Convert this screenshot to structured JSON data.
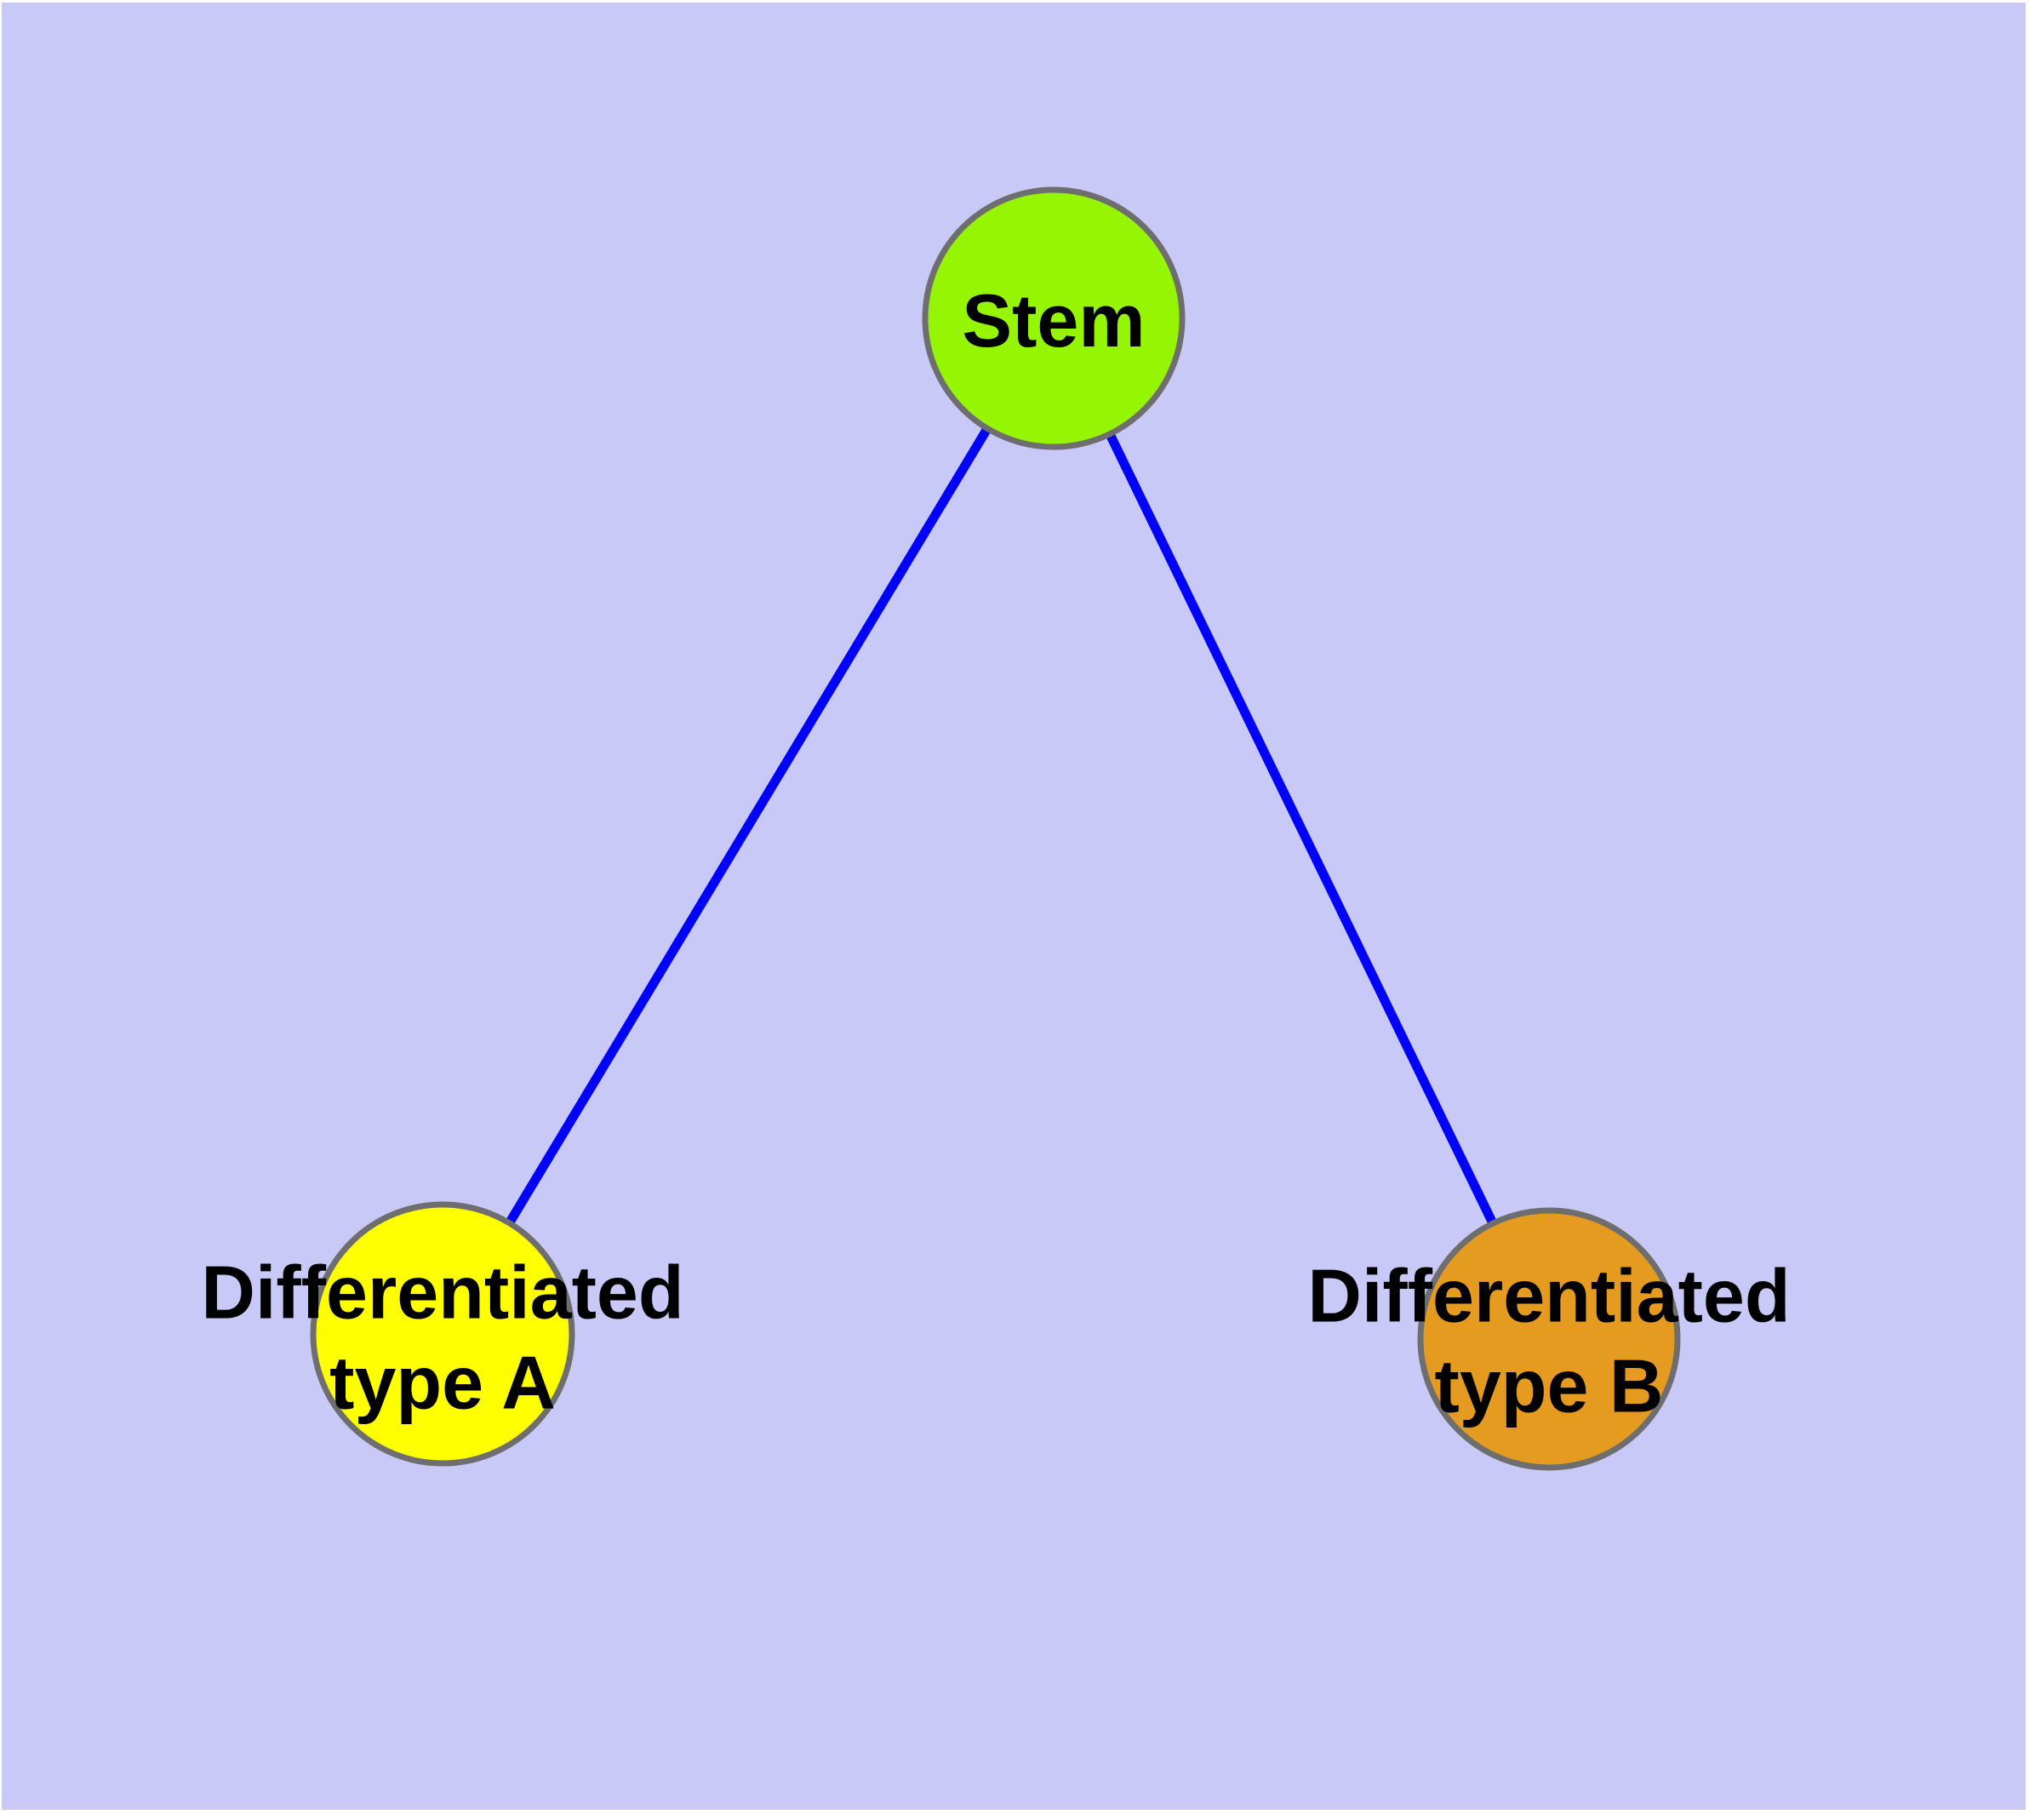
{
  "diagram": {
    "type": "graph",
    "description": "Cell differentiation tree: one stem node connected to two differentiated cell type nodes",
    "page_margin_color": "#FFFFFF",
    "background_color": "#C9C9F7",
    "edge_color": "#0000FF",
    "node_border_color": "#6E6E6E",
    "label_color": "#000000",
    "nodes": {
      "stem": {
        "label": "Stem",
        "color": "#96F502"
      },
      "typeA": {
        "label_line1": "Differentiated",
        "label_line2": "type A",
        "color": "#FFFF00"
      },
      "typeB": {
        "label_line1": "Differentiated",
        "label_line2": "type B",
        "color": "#E49B1F"
      }
    },
    "edges": [
      {
        "from": "stem",
        "to": "typeA"
      },
      {
        "from": "stem",
        "to": "typeB"
      }
    ]
  }
}
